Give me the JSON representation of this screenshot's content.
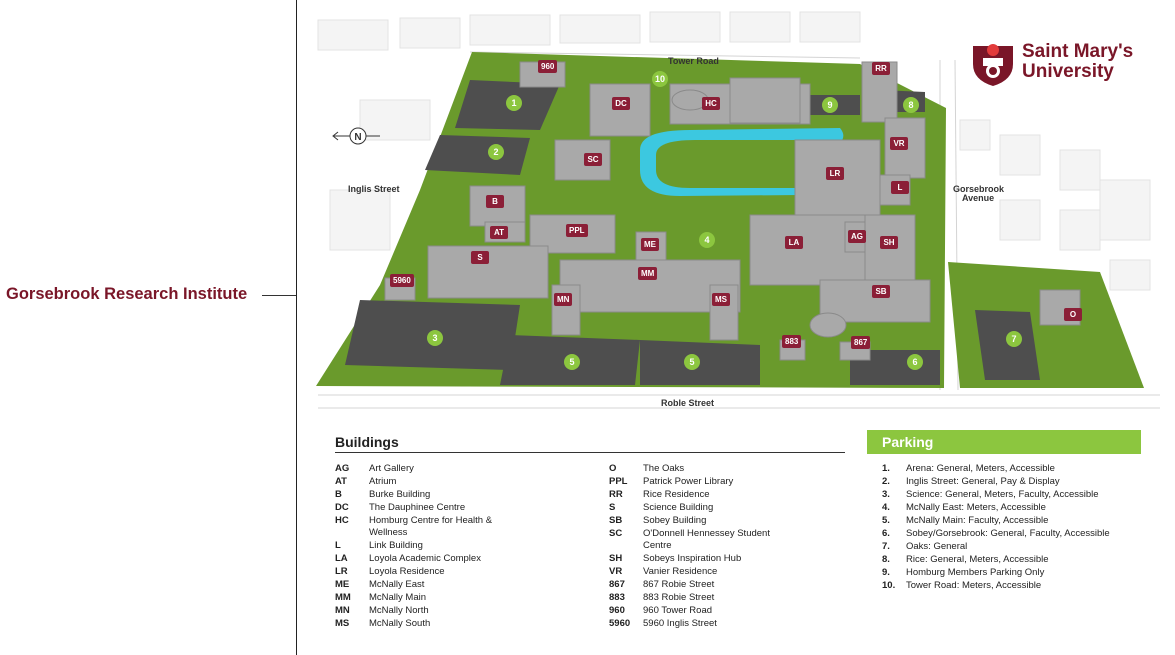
{
  "callout": {
    "label": "Gorsebrook Research Institute"
  },
  "logo": {
    "line1": "Saint Mary's",
    "line2": "University"
  },
  "compass": {
    "label": "N"
  },
  "streets": {
    "tower_road": "Tower Road",
    "inglis_street": "Inglis Street",
    "gorsebrook_1": "Gorsebrook",
    "gorsebrook_2": "Avenue",
    "robie_street": "Roble Street"
  },
  "map_buildings": [
    {
      "code": "960"
    },
    {
      "code": "DC"
    },
    {
      "code": "HC"
    },
    {
      "code": "RR"
    },
    {
      "code": "SC"
    },
    {
      "code": "VR"
    },
    {
      "code": "LR"
    },
    {
      "code": "L"
    },
    {
      "code": "B"
    },
    {
      "code": "AT"
    },
    {
      "code": "PPL"
    },
    {
      "code": "ME"
    },
    {
      "code": "LA"
    },
    {
      "code": "AG"
    },
    {
      "code": "SH"
    },
    {
      "code": "S"
    },
    {
      "code": "MM"
    },
    {
      "code": "5960"
    },
    {
      "code": "MN"
    },
    {
      "code": "MS"
    },
    {
      "code": "SB"
    },
    {
      "code": "883"
    },
    {
      "code": "867"
    },
    {
      "code": "O"
    }
  ],
  "map_lots": [
    "1",
    "2",
    "3",
    "4",
    "5",
    "5",
    "6",
    "7",
    "8",
    "9",
    "10"
  ],
  "buildings": {
    "title": "Buildings",
    "col1": [
      {
        "code": "AG",
        "name": "Art Gallery"
      },
      {
        "code": "AT",
        "name": "Atrium"
      },
      {
        "code": "B",
        "name": "Burke Building"
      },
      {
        "code": "DC",
        "name": "The Dauphinee Centre"
      },
      {
        "code": "HC",
        "name": "Homburg Centre for Health & Wellness"
      },
      {
        "code": "L",
        "name": "Link Building"
      },
      {
        "code": "LA",
        "name": "Loyola Academic Complex"
      },
      {
        "code": "LR",
        "name": "Loyola Residence"
      },
      {
        "code": "ME",
        "name": "McNally East"
      },
      {
        "code": "MM",
        "name": "McNally Main"
      },
      {
        "code": "MN",
        "name": "McNally North"
      },
      {
        "code": "MS",
        "name": "McNally South"
      }
    ],
    "col2": [
      {
        "code": "O",
        "name": "The Oaks"
      },
      {
        "code": "PPL",
        "name": "Patrick Power Library"
      },
      {
        "code": "RR",
        "name": "Rice Residence"
      },
      {
        "code": "S",
        "name": "Science Building"
      },
      {
        "code": "SB",
        "name": "Sobey Building"
      },
      {
        "code": "SC",
        "name": "O'Donnell Hennessey Student Centre"
      },
      {
        "code": "SH",
        "name": "Sobeys Inspiration Hub"
      },
      {
        "code": "VR",
        "name": "Vanier Residence"
      },
      {
        "code": "867",
        "name": "867 Robie Street"
      },
      {
        "code": "883",
        "name": "883 Robie Street"
      },
      {
        "code": "960",
        "name": "960 Tower Road"
      },
      {
        "code": "5960",
        "name": "5960 Inglis Street"
      }
    ]
  },
  "parking": {
    "title": "Parking",
    "items": [
      {
        "num": "1.",
        "name": "Arena: General, Meters, Accessible"
      },
      {
        "num": "2.",
        "name": "Inglis Street: General, Pay & Display"
      },
      {
        "num": "3.",
        "name": "Science: General, Meters, Faculty, Accessible"
      },
      {
        "num": "4.",
        "name": "McNally East: Meters, Accessible"
      },
      {
        "num": "5.",
        "name": "McNally Main: Faculty, Accessible"
      },
      {
        "num": "6.",
        "name": "Sobey/Gorsebrook: General, Faculty, Accessible"
      },
      {
        "num": "7.",
        "name": "Oaks: General"
      },
      {
        "num": "8.",
        "name": "Rice: General, Meters, Accessible"
      },
      {
        "num": "9.",
        "name": "Homburg Members Parking Only"
      },
      {
        "num": "10.",
        "name": "Tower Road: Meters, Accessible"
      }
    ]
  },
  "colors": {
    "brand": "#7a1628",
    "tag": "#8b1f37",
    "grass": "#6a9a2c",
    "lot": "#8cc63f",
    "track": "#3cc8e0"
  }
}
